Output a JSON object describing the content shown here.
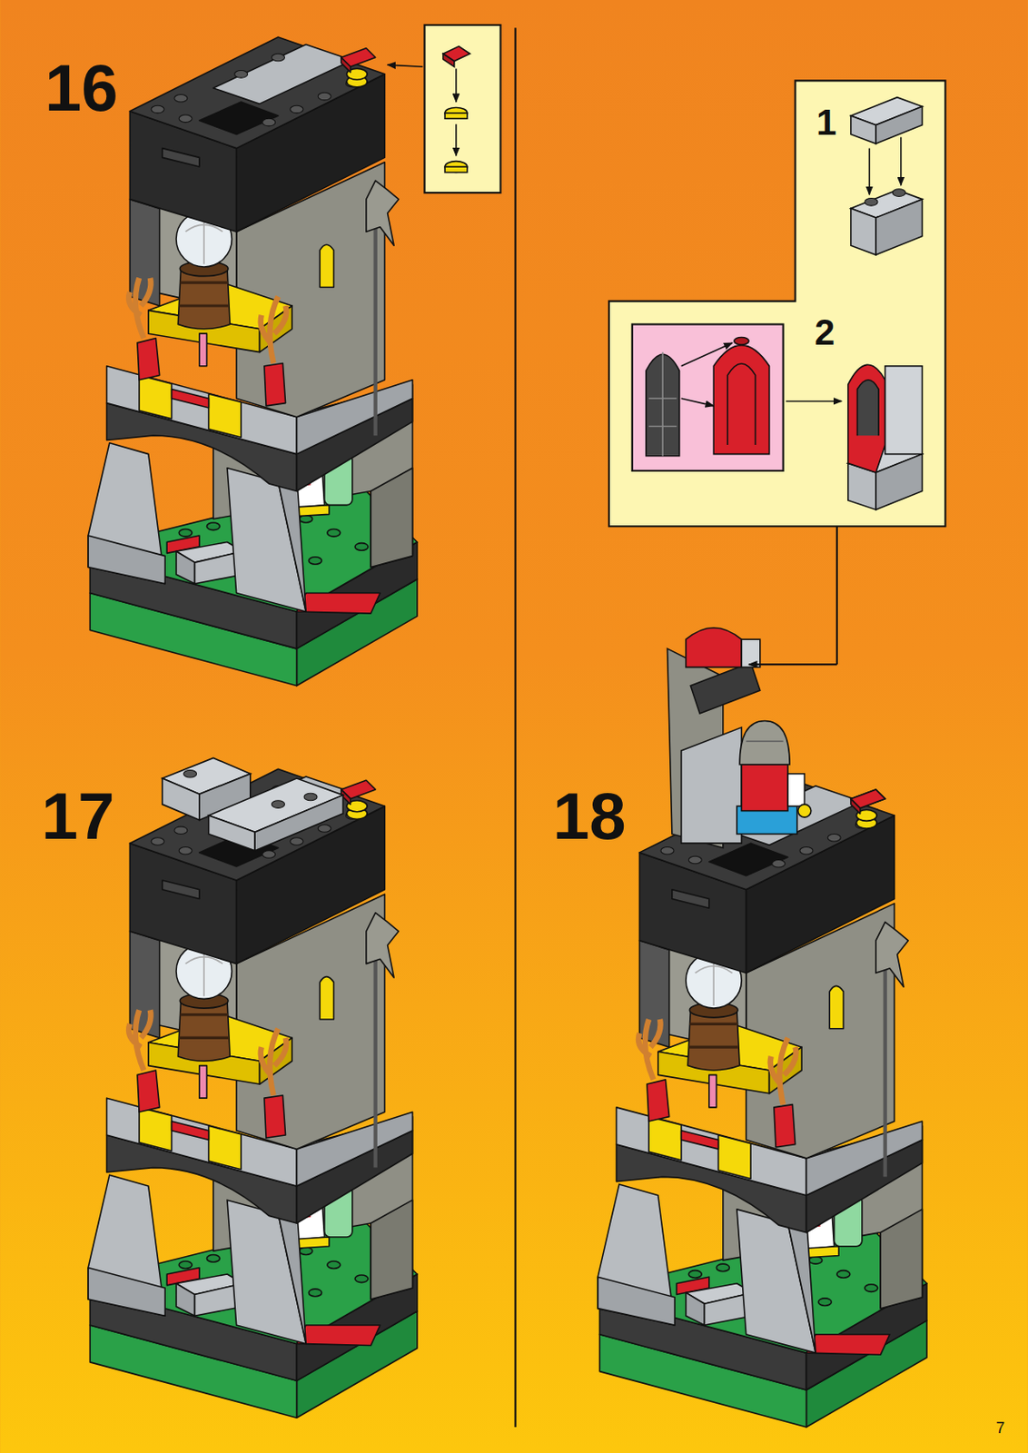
{
  "diagram": {
    "labels": [
      "16",
      "17",
      "18",
      "1",
      "2",
      "7"
    ]
  }
}
